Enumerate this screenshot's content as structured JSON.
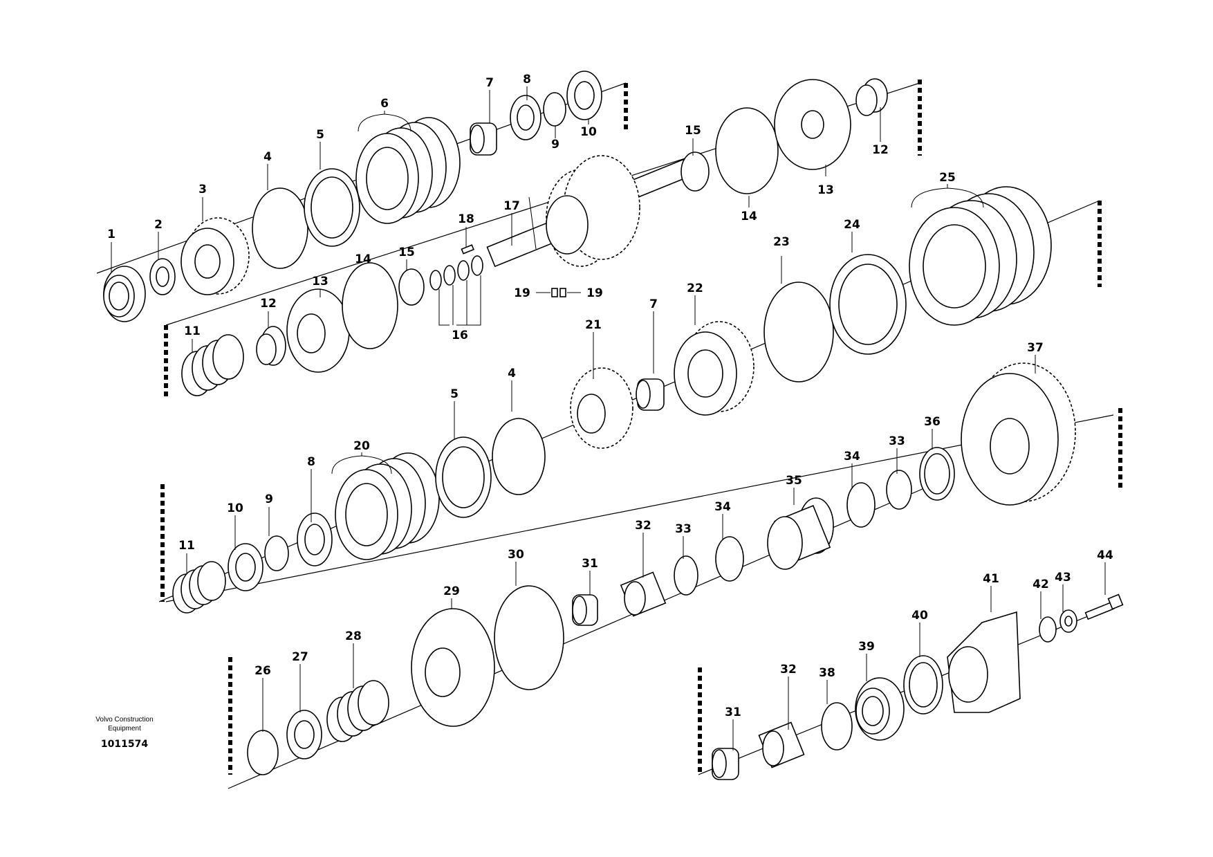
{
  "diagram": {
    "callouts": [
      {
        "id": "c1",
        "text": "1"
      },
      {
        "id": "c2",
        "text": "2"
      },
      {
        "id": "c3",
        "text": "3"
      },
      {
        "id": "c4a",
        "text": "4"
      },
      {
        "id": "c5a",
        "text": "5"
      },
      {
        "id": "c6",
        "text": "6"
      },
      {
        "id": "c7a",
        "text": "7"
      },
      {
        "id": "c8a",
        "text": "8"
      },
      {
        "id": "c9a",
        "text": "9"
      },
      {
        "id": "c10a",
        "text": "10"
      },
      {
        "id": "c11a",
        "text": "11"
      },
      {
        "id": "c12a",
        "text": "12"
      },
      {
        "id": "c12b",
        "text": "12"
      },
      {
        "id": "c13a",
        "text": "13"
      },
      {
        "id": "c13b",
        "text": "13"
      },
      {
        "id": "c14a",
        "text": "14"
      },
      {
        "id": "c14b",
        "text": "14"
      },
      {
        "id": "c15a",
        "text": "15"
      },
      {
        "id": "c15b",
        "text": "15"
      },
      {
        "id": "c16",
        "text": "16"
      },
      {
        "id": "c17",
        "text": "17"
      },
      {
        "id": "c18",
        "text": "18"
      },
      {
        "id": "c19a",
        "text": "19"
      },
      {
        "id": "c19b",
        "text": "19"
      },
      {
        "id": "c20",
        "text": "20"
      },
      {
        "id": "c21",
        "text": "21"
      },
      {
        "id": "c22",
        "text": "22"
      },
      {
        "id": "c23",
        "text": "23"
      },
      {
        "id": "c24",
        "text": "24"
      },
      {
        "id": "c25",
        "text": "25"
      },
      {
        "id": "c4b",
        "text": "4"
      },
      {
        "id": "c5b",
        "text": "5"
      },
      {
        "id": "c7b",
        "text": "7"
      },
      {
        "id": "c8b",
        "text": "8"
      },
      {
        "id": "c9b",
        "text": "9"
      },
      {
        "id": "c10b",
        "text": "10"
      },
      {
        "id": "c11b",
        "text": "11"
      },
      {
        "id": "c26",
        "text": "26"
      },
      {
        "id": "c27",
        "text": "27"
      },
      {
        "id": "c28",
        "text": "28"
      },
      {
        "id": "c29",
        "text": "29"
      },
      {
        "id": "c30",
        "text": "30"
      },
      {
        "id": "c31a",
        "text": "31"
      },
      {
        "id": "c32a",
        "text": "32"
      },
      {
        "id": "c33a",
        "text": "33"
      },
      {
        "id": "c34a",
        "text": "34"
      },
      {
        "id": "c35",
        "text": "35"
      },
      {
        "id": "c34b",
        "text": "34"
      },
      {
        "id": "c33b",
        "text": "33"
      },
      {
        "id": "c36",
        "text": "36"
      },
      {
        "id": "c37",
        "text": "37"
      },
      {
        "id": "c41",
        "text": "41"
      },
      {
        "id": "c42",
        "text": "42"
      },
      {
        "id": "c43",
        "text": "43"
      },
      {
        "id": "c44",
        "text": "44"
      },
      {
        "id": "c40",
        "text": "40"
      },
      {
        "id": "c39",
        "text": "39"
      },
      {
        "id": "c38",
        "text": "38"
      },
      {
        "id": "c32b",
        "text": "32"
      },
      {
        "id": "c31b",
        "text": "31"
      }
    ]
  },
  "brand": {
    "line1": "Volvo Construction",
    "line2": "Equipment",
    "doc_number": "1011574"
  }
}
